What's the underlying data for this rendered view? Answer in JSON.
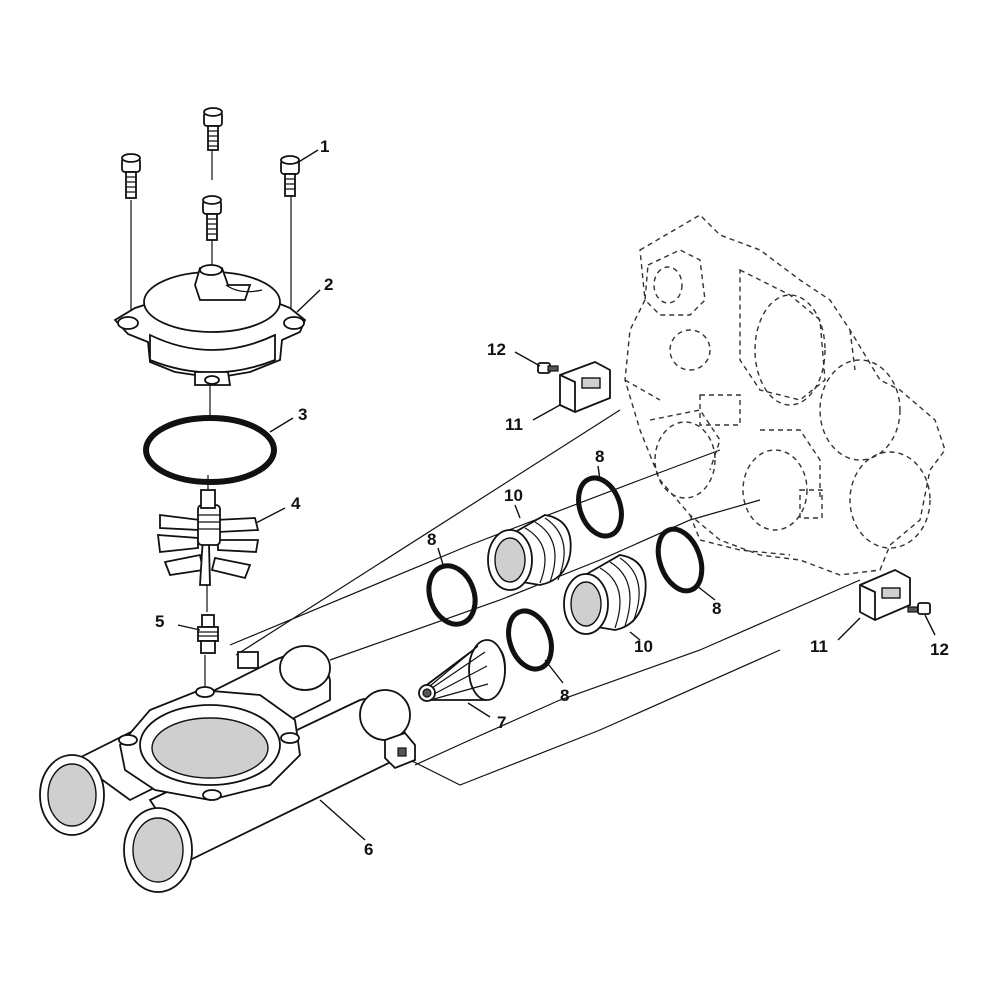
{
  "callouts": [
    {
      "id": "1",
      "text": "1"
    },
    {
      "id": "2",
      "text": "2"
    },
    {
      "id": "3",
      "text": "3"
    },
    {
      "id": "4",
      "text": "4"
    },
    {
      "id": "5",
      "text": "5"
    },
    {
      "id": "6",
      "text": "6"
    },
    {
      "id": "7",
      "text": "7"
    },
    {
      "id": "8a",
      "text": "8"
    },
    {
      "id": "8b",
      "text": "8"
    },
    {
      "id": "8c",
      "text": "8"
    },
    {
      "id": "8d",
      "text": "8"
    },
    {
      "id": "10a",
      "text": "10"
    },
    {
      "id": "10b",
      "text": "10"
    },
    {
      "id": "11a",
      "text": "11"
    },
    {
      "id": "11b",
      "text": "11"
    },
    {
      "id": "12a",
      "text": "12"
    },
    {
      "id": "12b",
      "text": "12"
    }
  ]
}
